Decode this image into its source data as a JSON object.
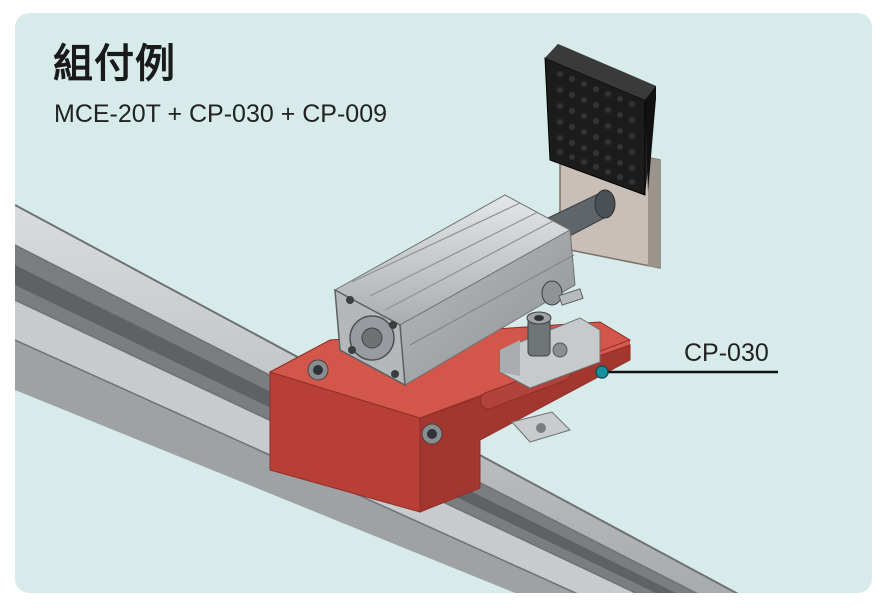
{
  "heading": {
    "title": "組付例",
    "subtitle": "MCE-20T + CP-030 + CP-009"
  },
  "callout": {
    "label": "CP-030",
    "dot_color": "#1a8fa0"
  },
  "colors": {
    "background": "#d7ecea",
    "plate": "#c9493f",
    "rail": "#b5b8ba",
    "cylinder": "#c0c4c7",
    "pad": "#1c1c1c"
  }
}
